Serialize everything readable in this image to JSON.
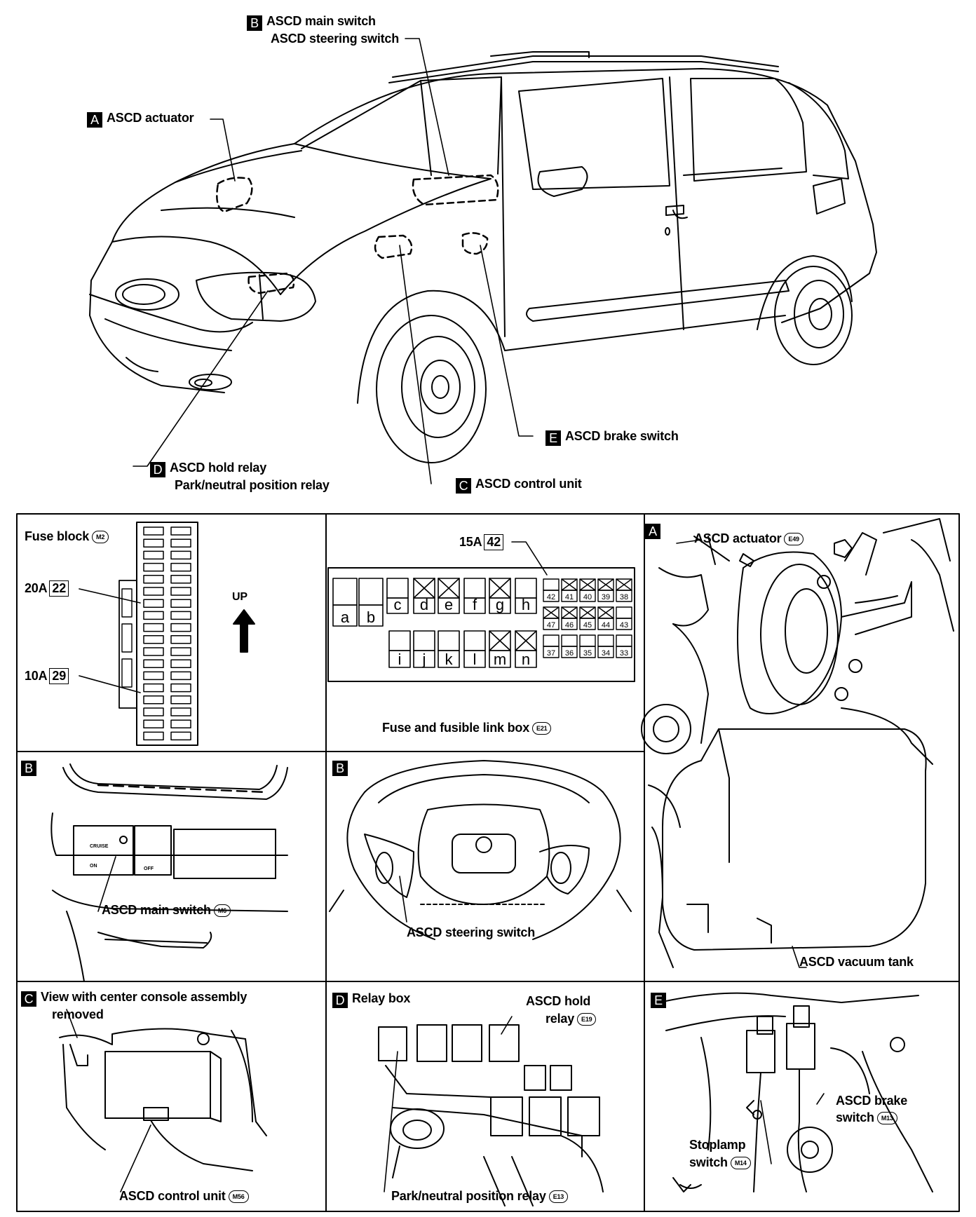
{
  "callouts": {
    "b_main_switch": "ASCD main switch",
    "b_steering_switch": "ASCD steering switch",
    "a_actuator": "ASCD actuator",
    "e_brake_switch": "ASCD brake switch",
    "d_hold_relay": "ASCD hold relay",
    "d_park_relay": "Park/neutral position relay",
    "c_control_unit": "ASCD control unit"
  },
  "badges": {
    "a": "A",
    "b": "B",
    "c": "C",
    "d": "D",
    "e": "E"
  },
  "fuse_block": {
    "title": "Fuse block",
    "connector": "M2",
    "fuse1_amp": "20A",
    "fuse1_num": "22",
    "fuse2_amp": "10A",
    "fuse2_num": "29",
    "up_label": "UP"
  },
  "fuse_box": {
    "amp": "15A",
    "num": "42",
    "title": "Fuse and fusible link box",
    "connector": "E21",
    "relays_top": [
      "a",
      "b",
      "c",
      "d",
      "e",
      "f",
      "g",
      "h"
    ],
    "relays_bottom": [
      "i",
      "j",
      "k",
      "l",
      "m",
      "n"
    ],
    "fuses_row1": [
      "42",
      "41",
      "40",
      "39",
      "38"
    ],
    "fuses_row2": [
      "47",
      "46",
      "45",
      "44",
      "43"
    ],
    "fuses_row3": [
      "37",
      "36",
      "35",
      "34",
      "33"
    ]
  },
  "panel_a": {
    "actuator": "ASCD actuator",
    "actuator_conn": "E49",
    "vacuum_tank": "ASCD vacuum tank"
  },
  "panel_b1": {
    "main_switch": "ASCD main switch",
    "conn": "M6",
    "cruise": "CRUISE",
    "on": "ON",
    "off": "OFF"
  },
  "panel_b2": {
    "steering_switch": "ASCD steering switch"
  },
  "panel_c": {
    "view_line1": "View with center console assembly",
    "view_line2": "removed",
    "control_unit": "ASCD control unit",
    "conn": "M56"
  },
  "panel_d": {
    "title": "Relay box",
    "hold_relay_1": "ASCD hold",
    "hold_relay_2": "relay",
    "hold_conn": "E19",
    "park_relay": "Park/neutral position relay",
    "park_conn": "E13"
  },
  "panel_e": {
    "brake_1": "ASCD brake",
    "brake_2": "switch",
    "brake_conn": "M13",
    "stoplamp_1": "Stoplamp",
    "stoplamp_2": "switch",
    "stoplamp_conn": "M14"
  }
}
